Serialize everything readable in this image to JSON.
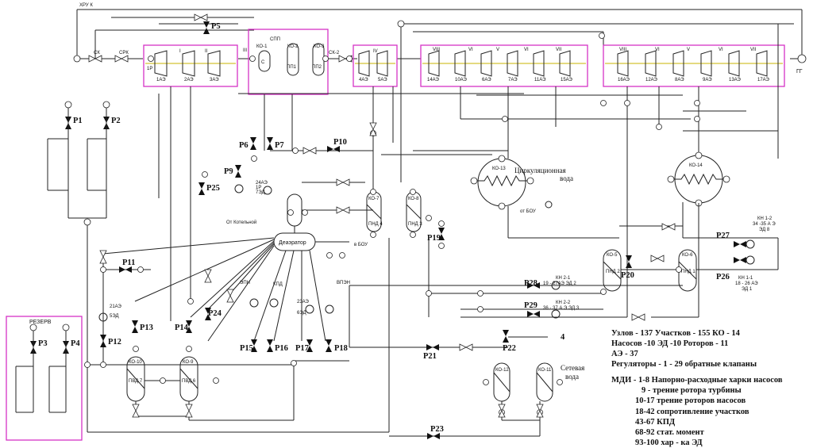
{
  "title_labels": {
    "deaerator": "Деаэратор",
    "circ_water": "Циркуляционная",
    "circ_water2": "вода",
    "network_water": "Сетевая",
    "network_water2": "вода",
    "reserve": "РЕЗЕРВ",
    "from_boiler": "От Котельной",
    "from_bou": "от БОУ",
    "to_bou": "в БОУ",
    "ig": "ГГ"
  },
  "top_labels": {
    "hpu": "ХРУ К",
    "sk": "СК",
    "srk": "СРК",
    "spp": "СПП",
    "sk2": "СК-2",
    "roman_III": "III",
    "roman_IV": "IV"
  },
  "turbine_groups": [
    {
      "id": "g1",
      "cells": [
        "1Р",
        "1АЭ",
        "2АЭ",
        "3АЭ"
      ],
      "roman": [
        "I",
        "II"
      ]
    },
    {
      "id": "g2",
      "cells": [
        "С",
        "ПП1",
        "ПП2"
      ],
      "labels": [
        "КО-1",
        "КО-2",
        "КО-3"
      ]
    },
    {
      "id": "g3",
      "cells": [
        "4АЭ",
        "5АЭ"
      ]
    },
    {
      "id": "g4",
      "cells": [
        "14АЭ",
        "10АЭ",
        "6АЭ",
        "7АЭ",
        "11АЭ",
        "15АЭ"
      ],
      "roman": [
        "VIII",
        "VI",
        "V",
        "VI",
        "VII"
      ]
    },
    {
      "id": "g5",
      "cells": [
        "16АЭ",
        "12АЭ",
        "8АЭ",
        "9АЭ",
        "13АЭ",
        "17АЭ"
      ],
      "roman": [
        "VIII",
        "VI",
        "V",
        "VI",
        "VII"
      ]
    }
  ],
  "heaters": {
    "pnd4": "ПНД 4",
    "pnd3": "ПНД 3",
    "pnd2": "ПНД 2",
    "pnd1": "ПНД 1",
    "pvd7": "ПВД 7",
    "pvd6": "ПВД 6",
    "ko13": "КО-13",
    "ko14": "КО-14",
    "ko5": "КО-5",
    "ko6": "КО-6",
    "ko7": "КО-7",
    "ko8": "КО-8",
    "ko9": "КО-9",
    "ko10": "КО-10",
    "ko11": "КО-11",
    "ko12": "КО-12"
  },
  "regulators": [
    {
      "id": "P1"
    },
    {
      "id": "P2"
    },
    {
      "id": "P3"
    },
    {
      "id": "P4"
    },
    {
      "id": "P5"
    },
    {
      "id": "P6"
    },
    {
      "id": "P7"
    },
    {
      "id": "P9"
    },
    {
      "id": "P10"
    },
    {
      "id": "P11"
    },
    {
      "id": "P12"
    },
    {
      "id": "P13"
    },
    {
      "id": "P14"
    },
    {
      "id": "P15"
    },
    {
      "id": "P16"
    },
    {
      "id": "P17"
    },
    {
      "id": "P18"
    },
    {
      "id": "P19"
    },
    {
      "id": "P20"
    },
    {
      "id": "P21"
    },
    {
      "id": "P22"
    },
    {
      "id": "P23"
    },
    {
      "id": "P24"
    },
    {
      "id": "P25"
    },
    {
      "id": "P26"
    },
    {
      "id": "P27"
    },
    {
      "id": "P28"
    },
    {
      "id": "P29"
    }
  ],
  "pump_labels": {
    "kn11": "КН 1-1",
    "kn11b": "18 - 26 АЭ",
    "kn11c": "ЭД 1",
    "kn12": "КН 1-2",
    "kn12b": "34 -35 А Э",
    "kn12c": "ЭД 8",
    "kn21": "КН 2-1",
    "kn21b": "19 - 27АЭ ЭД 2",
    "kn22": "КН 2-2",
    "kn22b": "36 - 37 А Э ЭД 3",
    "ep": "ЭПН",
    "kpd": "КПД",
    "vpn": "ВПЭН",
    "pump_24ae": "24АЭ",
    "pump_1p": "1Р",
    "pump_7ed": "7ЭД",
    "pump_21ae": "21АЭ",
    "pump_5ed": "5ЭД",
    "pump_23ae": "23АЭ",
    "pump_6ed": "6ЭД"
  },
  "legend": {
    "l1": "Узлов - 137  Участков - 155 КО - 14",
    "l2": "Насосов -10   ЭД -10 Роторов - 11",
    "l3": "АЭ  -  37",
    "l4": "Регуляторы - 1 - 29  обратные клапаны",
    "mdi_title": "МДИ - 1-8 Напорно-расходные харки насосов",
    "m1": "9 - трение ротора турбины",
    "m2": "10-17 трение роторов насосов",
    "m3": "18-42 сопротивление участков",
    "m4": "43-67 КПД",
    "m5": "68-92 стат. момент",
    "m6": "93-100 хар - ка ЭД"
  },
  "colors": {
    "group_outline": "#d633c6",
    "axis_line": "#c8b400",
    "ink": "#222222"
  }
}
